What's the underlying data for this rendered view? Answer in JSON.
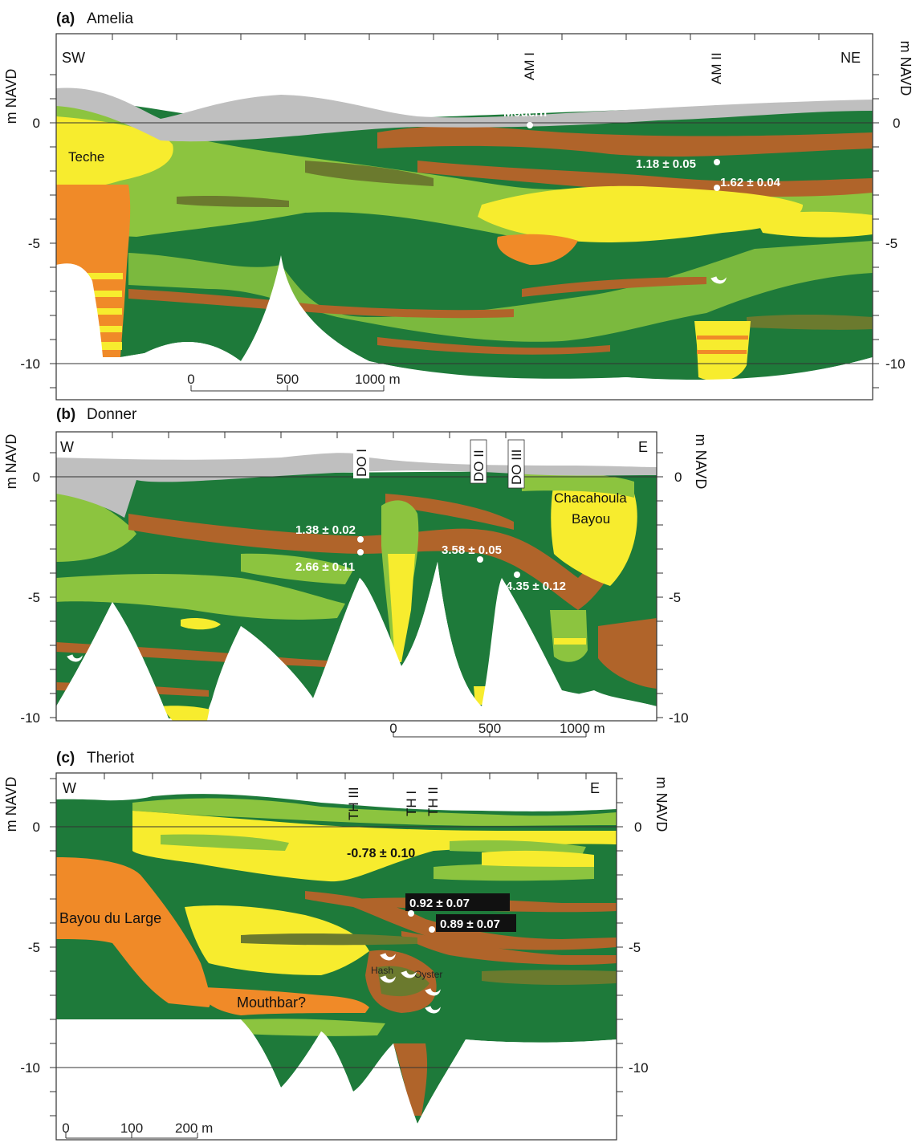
{
  "colors": {
    "dark_green": "#1e7a3a",
    "light_green": "#8cc43f",
    "yellow": "#f7ec2e",
    "orange": "#f08a28",
    "brown": "#b0642a",
    "olive": "#6b7a2e",
    "gray": "#bfbfbf"
  },
  "panels": [
    {
      "letter": "(a)",
      "name": "Amelia",
      "y_label": "m NAVD",
      "dir_left": "SW",
      "dir_right": "NE",
      "y_ticks": [
        "0",
        "-5",
        "-10"
      ],
      "cores": [
        "AM I",
        "AM II"
      ],
      "dates": [
        "Modern",
        "1.18 ± 0.05",
        "1.62 ± 0.04"
      ],
      "labels": [
        "Teche"
      ],
      "scale": [
        "0",
        "500",
        "1000 m"
      ]
    },
    {
      "letter": "(b)",
      "name": "Donner",
      "y_label": "m NAVD",
      "dir_left": "W",
      "dir_right": "E",
      "y_ticks": [
        "0",
        "-5",
        "-10"
      ],
      "cores": [
        "DO I",
        "DO II",
        "DO III"
      ],
      "dates": [
        "1.38 ± 0.02",
        "2.66 ± 0.11",
        "3.58 ± 0.05",
        "4.35 ± 0.12"
      ],
      "labels": [
        "Chacahoula",
        "Bayou"
      ],
      "scale": [
        "0",
        "500",
        "1000 m"
      ]
    },
    {
      "letter": "(c)",
      "name": "Theriot",
      "y_label": "m NAVD",
      "dir_left": "W",
      "dir_right": "E",
      "y_ticks": [
        "0",
        "-5",
        "-10"
      ],
      "cores": [
        "TH III",
        "TH I",
        "TH II"
      ],
      "dates": [
        "-0.78 ± 0.10",
        "0.92 ± 0.07",
        "0.89 ± 0.07"
      ],
      "labels": [
        "Bayou du Large",
        "Mouthbar?",
        "Hash",
        "Oyster"
      ],
      "scale": [
        "0",
        "100",
        "200 m"
      ]
    }
  ]
}
